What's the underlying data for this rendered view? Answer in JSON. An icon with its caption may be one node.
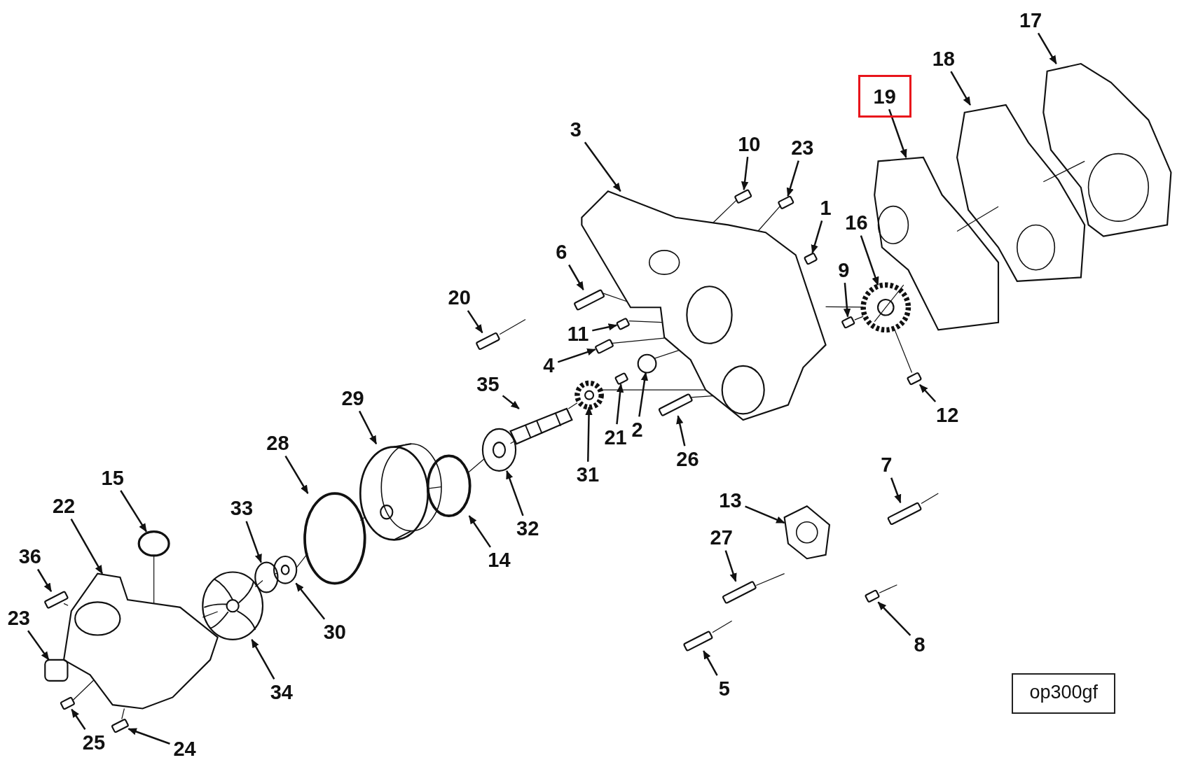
{
  "diagram": {
    "nodes": [
      {
        "text": [
          "17"
        ]
      },
      {
        "text": [
          "18"
        ]
      },
      {
        "text": [],
        "shape": "box"
      },
      {
        "text": [
          "19"
        ],
        "in": 2
      },
      {
        "text": [
          "3"
        ]
      },
      {
        "text": [
          "10"
        ]
      },
      {
        "text": [
          "23"
        ]
      },
      {
        "text": [
          "1"
        ]
      },
      {
        "text": [
          "16"
        ]
      },
      {
        "text": [
          "6"
        ]
      },
      {
        "text": [
          "9"
        ]
      },
      {
        "text": [
          "20"
        ]
      },
      {
        "text": [
          "11"
        ]
      },
      {
        "text": [
          "4"
        ]
      },
      {
        "text": [
          "35"
        ]
      },
      {
        "text": [
          "29"
        ]
      },
      {
        "text": [
          "12"
        ]
      },
      {
        "text": [
          "2"
        ]
      },
      {
        "text": [
          "21"
        ]
      },
      {
        "text": [
          "28"
        ]
      },
      {
        "text": [
          "26"
        ]
      },
      {
        "text": [
          "31"
        ]
      },
      {
        "text": [
          "7"
        ]
      },
      {
        "text": [
          "15"
        ]
      },
      {
        "text": [
          "22"
        ]
      },
      {
        "text": [
          "13"
        ]
      },
      {
        "text": [
          "33"
        ]
      },
      {
        "text": [
          "32"
        ]
      },
      {
        "text": [
          "27"
        ]
      },
      {
        "text": [
          "14"
        ]
      },
      {
        "text": [
          "36"
        ]
      },
      {
        "text": [
          "23"
        ]
      },
      {
        "text": [
          "30"
        ]
      },
      {
        "text": [
          "8"
        ]
      },
      {
        "text": [
          "5"
        ]
      },
      {
        "text": [
          "34"
        ]
      },
      {
        "text": [
          "25"
        ]
      },
      {
        "text": [
          "24"
        ]
      },
      {
        "text": [
          "op300gf"
        ]
      },
      {
        "text": [],
        "shape": "picture"
      },
      {
        "text": [],
        "shape": "picture"
      },
      {
        "text": [],
        "shape": "picture"
      },
      {
        "text": [],
        "shape": "picture"
      },
      {
        "text": [],
        "shape": "box"
      },
      {
        "text": [],
        "shape": "box"
      },
      {
        "text": [],
        "shape": "box"
      },
      {
        "text": [],
        "shape": "picture"
      },
      {
        "text": [],
        "shape": "box"
      },
      {
        "text": [],
        "shape": "box"
      },
      {
        "text": [],
        "shape": "box"
      },
      {
        "text": [],
        "shape": "box"
      },
      {
        "text": [],
        "shape": "box"
      },
      {
        "text": [],
        "shape": "picture"
      },
      {
        "text": [],
        "shape": "picture"
      },
      {
        "text": [],
        "shape": "box"
      },
      {
        "text": [],
        "shape": "circle"
      },
      {
        "text": [],
        "shape": "box"
      },
      {
        "text": [],
        "shape": "circle"
      },
      {
        "text": [],
        "shape": "box"
      },
      {
        "text": [],
        "shape": "picture"
      },
      {
        "text": [],
        "shape": "box"
      },
      {
        "text": [],
        "shape": "circle"
      },
      {
        "text": [],
        "shape": "picture"
      },
      {
        "text": [],
        "shape": "picture"
      },
      {
        "text": [],
        "shape": "circle"
      },
      {
        "text": [],
        "shape": "circle"
      },
      {
        "text": [],
        "shape": "box"
      },
      {
        "text": [],
        "shape": "circle"
      },
      {
        "text": [],
        "shape": "box"
      },
      {
        "text": [],
        "shape": "box"
      },
      {
        "text": [],
        "shape": "circle"
      },
      {
        "text": [],
        "shape": "box"
      },
      {
        "text": [],
        "shape": "box"
      },
      {
        "text": [],
        "shape": "picture"
      },
      {
        "text": [],
        "shape": "box"
      },
      {
        "text": [],
        "shape": "box"
      }
    ],
    "edges": [
      {
        "from": 0,
        "to": 39,
        "arrow": "to"
      },
      {
        "from": 1,
        "to": 40,
        "arrow": "to"
      },
      {
        "from": 3,
        "to": 41,
        "arrow": "to"
      },
      {
        "from": 4,
        "to": 42,
        "arrow": "to"
      },
      {
        "from": 5,
        "to": 43,
        "arrow": "to"
      },
      {
        "from": 6,
        "to": 44,
        "arrow": "to"
      },
      {
        "from": 7,
        "to": 45,
        "arrow": "to"
      },
      {
        "from": 8,
        "to": 46,
        "arrow": "to"
      },
      {
        "from": 9,
        "to": 47,
        "arrow": "to"
      },
      {
        "from": 10,
        "to": 48,
        "arrow": "to"
      },
      {
        "from": 11,
        "to": 49,
        "arrow": "to"
      },
      {
        "from": 12,
        "to": 50,
        "arrow": "to"
      },
      {
        "from": 13,
        "to": 51,
        "arrow": "to"
      },
      {
        "from": 14,
        "to": 52,
        "arrow": "to"
      },
      {
        "from": 15,
        "to": 53,
        "arrow": "to"
      },
      {
        "from": 16,
        "to": 54,
        "arrow": "to"
      },
      {
        "from": 17,
        "to": 55,
        "arrow": "to"
      },
      {
        "from": 18,
        "to": 56,
        "arrow": "to"
      },
      {
        "from": 19,
        "to": 57,
        "arrow": "to"
      },
      {
        "from": 20,
        "to": 58,
        "arrow": "to"
      },
      {
        "from": 21,
        "to": 59,
        "arrow": "to"
      },
      {
        "from": 22,
        "to": 60,
        "arrow": "to"
      },
      {
        "from": 23,
        "to": 61,
        "arrow": "to"
      },
      {
        "from": 24,
        "to": 62,
        "arrow": "to"
      },
      {
        "from": 25,
        "to": 63,
        "arrow": "to"
      },
      {
        "from": 26,
        "to": 64,
        "arrow": "to"
      },
      {
        "from": 27,
        "to": 65,
        "arrow": "to"
      },
      {
        "from": 28,
        "to": 66,
        "arrow": "to"
      },
      {
        "from": 29,
        "to": 67,
        "arrow": "to"
      },
      {
        "from": 30,
        "to": 68,
        "arrow": "to"
      },
      {
        "from": 31,
        "to": 69,
        "arrow": "to"
      },
      {
        "from": 32,
        "to": 70,
        "arrow": "to"
      },
      {
        "from": 33,
        "to": 71,
        "arrow": "to"
      },
      {
        "from": 34,
        "to": 72,
        "arrow": "to"
      },
      {
        "from": 35,
        "to": 73,
        "arrow": "to"
      },
      {
        "from": 36,
        "to": 74,
        "arrow": "to"
      },
      {
        "from": 37,
        "to": 75,
        "arrow": "to"
      },
      {
        "from": 46,
        "to": 41,
        "arrow": "none"
      },
      {
        "from": 41,
        "to": 40,
        "arrow": "none"
      },
      {
        "from": 40,
        "to": 39,
        "arrow": "none"
      },
      {
        "from": 42,
        "to": 46,
        "arrow": "none"
      },
      {
        "from": 46,
        "to": 54,
        "arrow": "none"
      },
      {
        "from": 43,
        "to": 42,
        "arrow": "none"
      },
      {
        "from": 44,
        "to": 42,
        "arrow": "none"
      },
      {
        "from": 50,
        "to": 42,
        "arrow": "none"
      },
      {
        "from": 51,
        "to": 42,
        "arrow": "none"
      },
      {
        "from": 58,
        "to": 42,
        "arrow": "none"
      },
      {
        "from": 55,
        "to": 42,
        "arrow": "none"
      },
      {
        "from": 48,
        "to": 46,
        "arrow": "none"
      },
      {
        "from": 62,
        "to": 73,
        "arrow": "none"
      },
      {
        "from": 73,
        "to": 64,
        "arrow": "none"
      },
      {
        "from": 64,
        "to": 70,
        "arrow": "none"
      },
      {
        "from": 70,
        "to": 57,
        "arrow": "none"
      },
      {
        "from": 57,
        "to": 53,
        "arrow": "none"
      },
      {
        "from": 53,
        "to": 67,
        "arrow": "none"
      },
      {
        "from": 67,
        "to": 65,
        "arrow": "none"
      },
      {
        "from": 65,
        "to": 52,
        "arrow": "none"
      },
      {
        "from": 52,
        "to": 59,
        "arrow": "none"
      },
      {
        "from": 59,
        "to": 42,
        "arrow": "none"
      },
      {
        "from": 68,
        "to": 62,
        "arrow": "none"
      },
      {
        "from": 74,
        "to": 62,
        "arrow": "none"
      },
      {
        "from": 75,
        "to": 62,
        "arrow": "none"
      },
      {
        "from": 61,
        "to": 62,
        "arrow": "none"
      },
      {
        "from": 49,
        "to": null,
        "arrow": "none"
      },
      {
        "from": 60,
        "to": null,
        "arrow": "none"
      },
      {
        "from": 66,
        "to": null,
        "arrow": "none"
      },
      {
        "from": 72,
        "to": null,
        "arrow": "none"
      },
      {
        "from": 71,
        "to": null,
        "arrow": "none"
      },
      {
        "from": 47,
        "to": 42,
        "arrow": "none"
      }
    ]
  }
}
